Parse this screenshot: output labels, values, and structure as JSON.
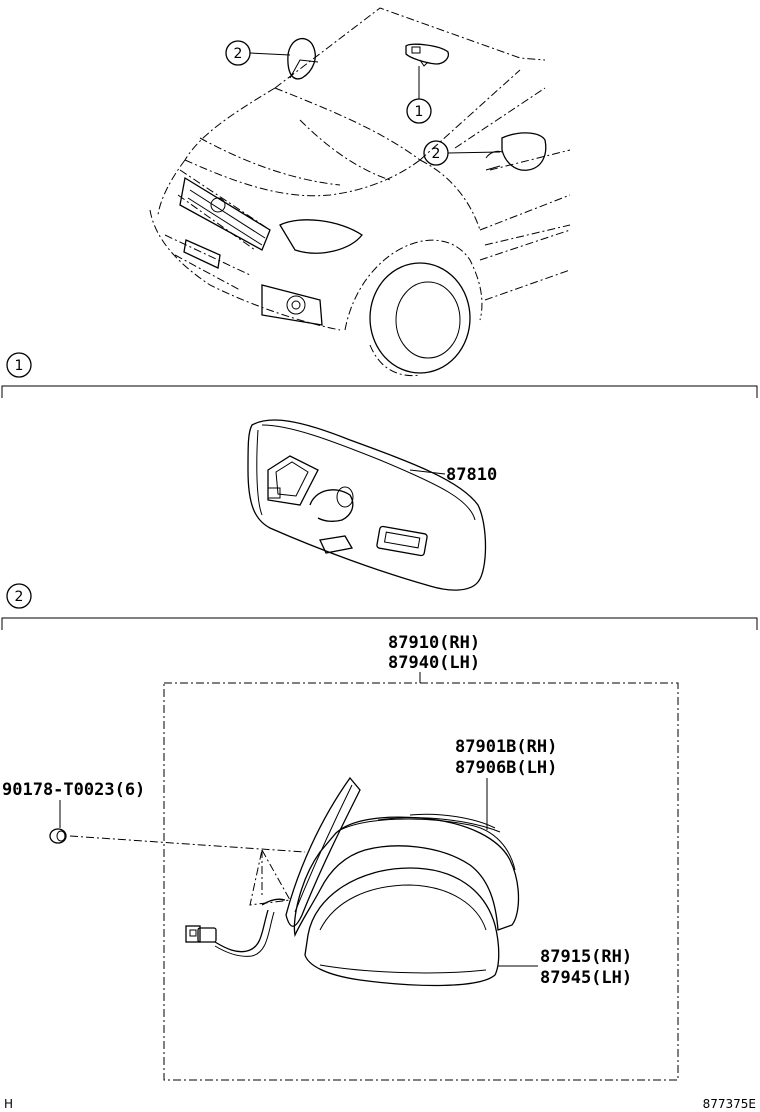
{
  "callouts": {
    "c1": "1",
    "c2": "2"
  },
  "sections": {
    "s1": "1",
    "s2": "2"
  },
  "parts": {
    "inner_mirror": "87810",
    "outer_mirror_rh": "87910(RH)",
    "outer_mirror_lh": "87940(LH)",
    "mirror_glass_rh": "87901B(RH)",
    "mirror_glass_lh": "87906B(LH)",
    "cover_rh": "87915(RH)",
    "cover_lh": "87945(LH)",
    "screw": "90178-T0023(6)"
  },
  "footer": {
    "left": "H",
    "right": "877375E"
  }
}
